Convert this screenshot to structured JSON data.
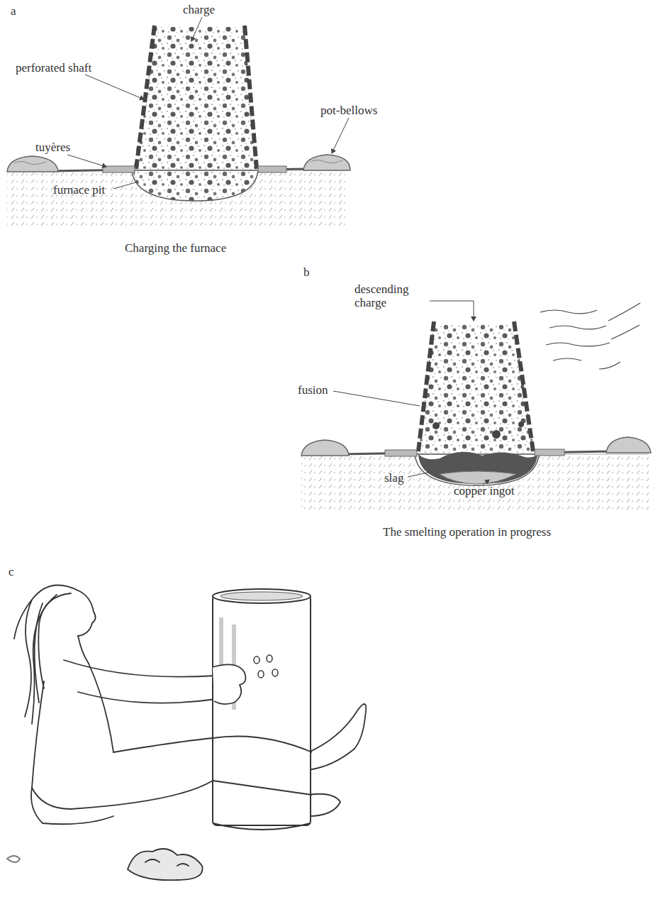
{
  "diagram": {
    "labels": [
      "a",
      "charge",
      "perforated shaft",
      "tuyères",
      "pot-bellows",
      "furnace pit",
      "Charging the furnace",
      "b",
      "descending charge",
      "fusion",
      "slag",
      "copper ingot",
      "The smelting operation in progress",
      "c"
    ]
  }
}
